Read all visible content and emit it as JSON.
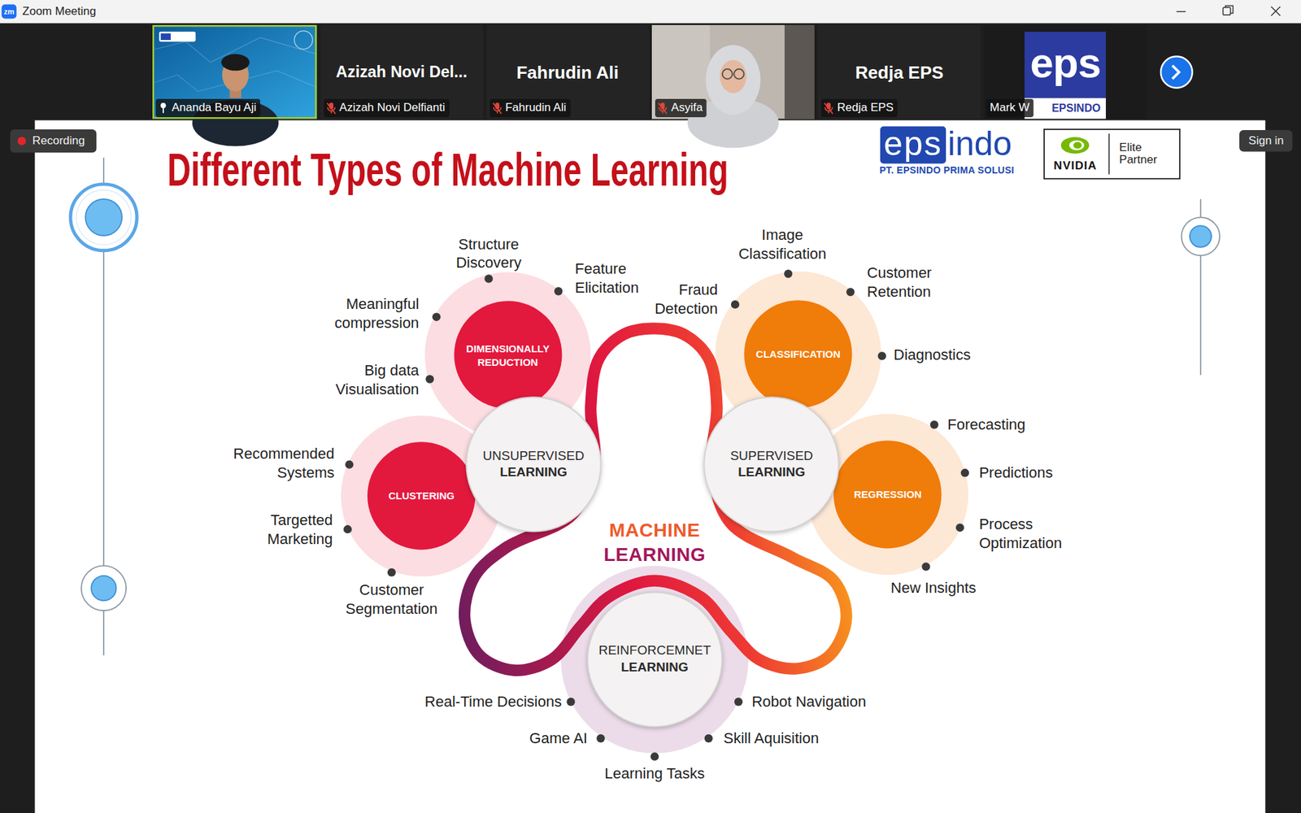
{
  "diagram": {
    "title": "Different Types of Machine Learning",
    "nodes": [
      {
        "text": [
          "Ananda Bayu Aji"
        ]
      },
      {
        "text": [
          "Azizah Novi Del...",
          "Azizah Novi Delfianti"
        ]
      },
      {
        "text": [
          "Fahrudin Ali",
          "Fahrudin Ali"
        ]
      },
      {
        "text": [
          "Asyifa"
        ]
      },
      {
        "text": [
          "Redja EPS",
          "Redja EPS"
        ]
      },
      {
        "text": [
          "Mark W"
        ]
      },
      {
        "text": [
          "Recording"
        ]
      },
      {
        "text": [
          "NVIDIA",
          "Elite Partner"
        ]
      },
      {
        "text": [
          "Sign in"
        ]
      },
      {
        "text": [
          "DIMENSIONALLY REDUCTION"
        ]
      },
      {
        "text": [
          "CLASSIFICATION"
        ]
      },
      {
        "text": [
          "UNSUPERVISED LEARNING"
        ]
      },
      {
        "text": [
          "SUPERVISED LEARNING"
        ]
      },
      {
        "text": [
          "CLUSTERING"
        ]
      },
      {
        "text": [
          "REGRESSION"
        ]
      },
      {
        "text": [
          "REINFORCEMNET LEARNING"
        ]
      }
    ],
    "labels": [
      "zm",
      "Zoom Meeting",
      "eps",
      "EPSINDO",
      "eps",
      "indo",
      "PT. EPSINDO PRIMA SOLUSI",
      "Structure Discovery",
      "Feature Elicitation",
      "Meaningful compression",
      "Image Classification",
      "Customer Retention",
      "Fraud Detection",
      "Big data Visualisation",
      "Diagnostics",
      "Forecasting",
      "Recommended Systems",
      "Predictions",
      "Targetted Marketing",
      "Process Optimization",
      "MACHINE LEARNING",
      "Customer Segmentation",
      "New Insights",
      "Real-Time Decisions",
      "Robot Navigation",
      "Game AI",
      "Skill Aquisition",
      "Learning Tasks"
    ]
  }
}
